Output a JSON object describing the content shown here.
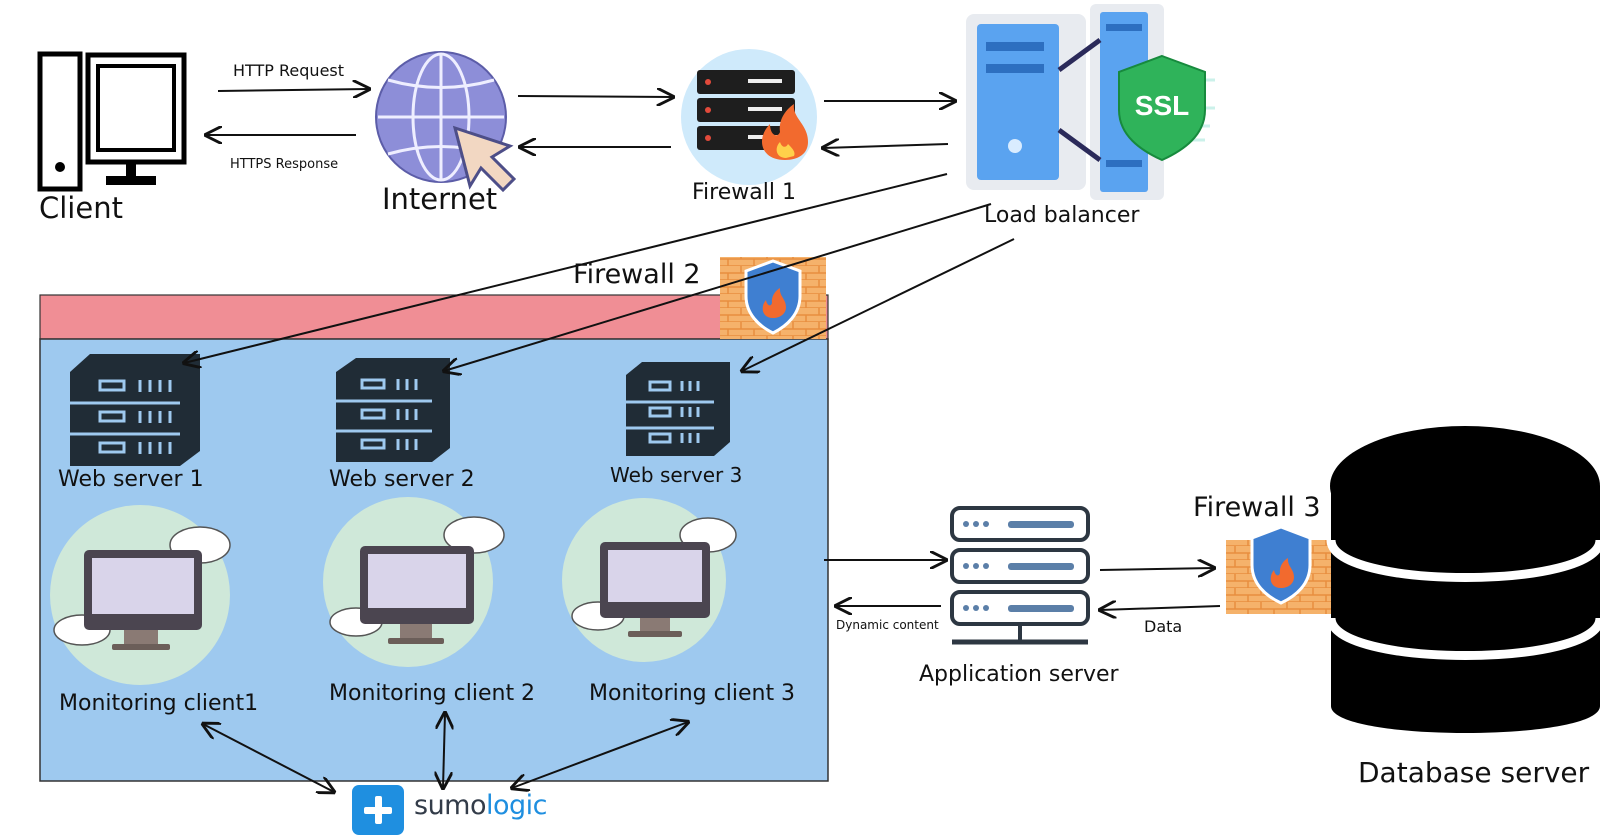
{
  "nodes": {
    "client": {
      "label": "Client",
      "icon": "desktop-computer-icon"
    },
    "internet": {
      "label": "Internet",
      "icon": "globe-cursor-icon"
    },
    "firewall1": {
      "label": "Firewall 1",
      "icon": "server-fire-icon"
    },
    "load_balancer": {
      "label": "Load balancer",
      "icon": "ssl-server-icon"
    },
    "firewall2": {
      "label": "Firewall 2",
      "icon": "brick-firewall-icon"
    },
    "web_servers": [
      {
        "label": "Web server 1",
        "icon": "server-rack-icon"
      },
      {
        "label": "Web server 2",
        "icon": "server-rack-icon"
      },
      {
        "label": "Web server 3",
        "icon": "server-rack-icon"
      }
    ],
    "monitoring_clients": [
      {
        "label": "Monitoring client1",
        "icon": "cloud-monitor-icon"
      },
      {
        "label": "Monitoring client 2",
        "icon": "cloud-monitor-icon"
      },
      {
        "label": "Monitoring client 3",
        "icon": "cloud-monitor-icon"
      }
    ],
    "application_server": {
      "label": "Application server",
      "icon": "app-server-icon"
    },
    "firewall3": {
      "label": "Firewall 3",
      "icon": "brick-firewall-icon"
    },
    "database_server": {
      "label": "Database server",
      "icon": "database-icon"
    },
    "sumologic": {
      "label_part1": "sumo",
      "label_part2": "logic",
      "icon": "sumologic-logo-icon"
    }
  },
  "edges": {
    "http_request": "HTTP Request",
    "https_response": "HTTPS Response",
    "dynamic_content": "Dynamic content",
    "data": "Data"
  },
  "colors": {
    "dmz_zone": "#9ec9ef",
    "firewall_band": "#f08e95",
    "sumologic_blue": "#1f8fe0",
    "server_fill": "#202c36"
  }
}
